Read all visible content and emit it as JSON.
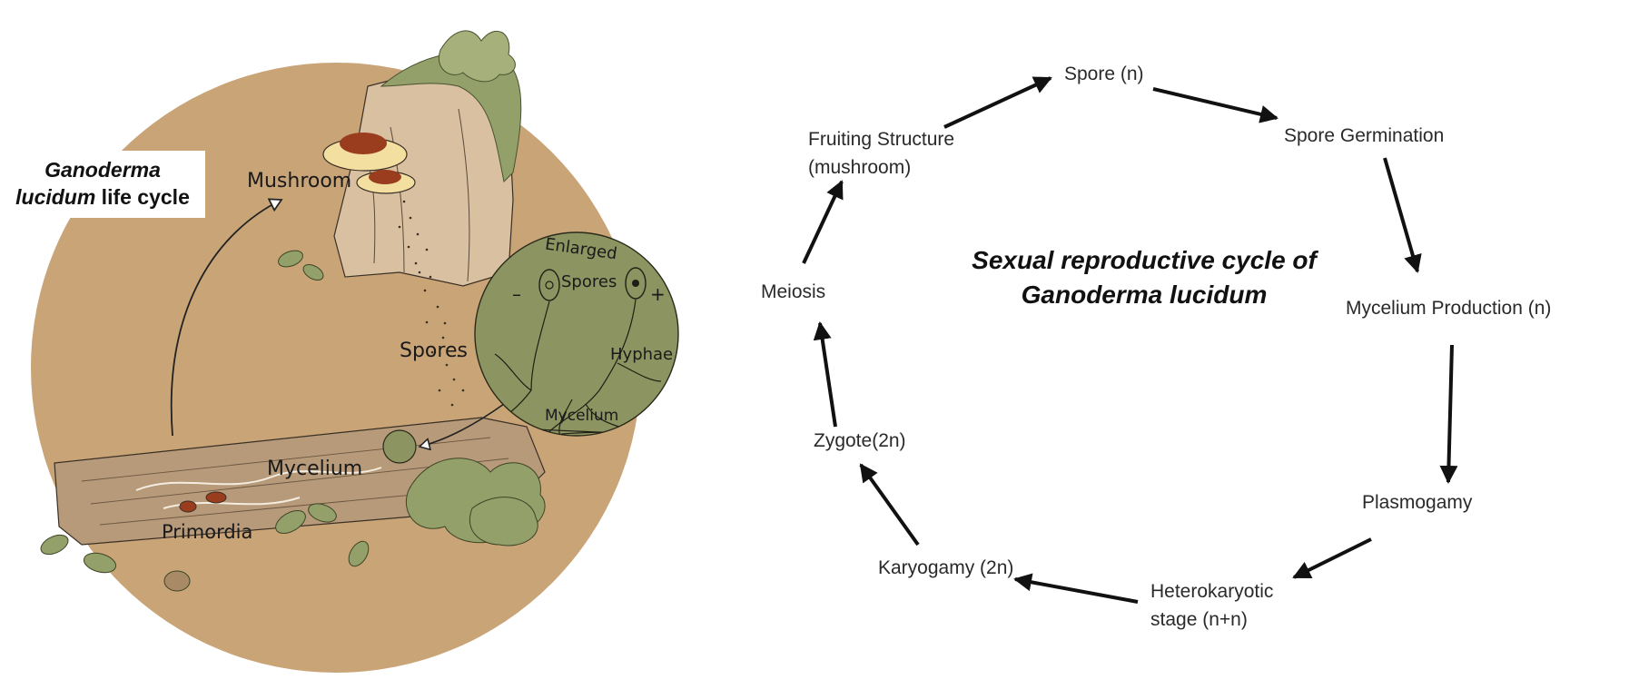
{
  "illustration": {
    "title_part1": "Ganoderma",
    "title_part2": "lucidum",
    "title_part3": " life cycle",
    "labels": {
      "mushroom": "Mushroom",
      "spores": "Spores",
      "mycelium": "Mycelium",
      "primordia": "Primordia",
      "inset_enlarged": "Enlarged",
      "inset_spores": "Spores",
      "inset_hyphae": "Hyphae",
      "inset_mycelium": "Mycelium",
      "inset_minus": "–",
      "inset_plus": "+"
    },
    "colors": {
      "circle": "#c9a477",
      "inset": "#8c9461",
      "mushroom_cap": "#9a3d1f",
      "mushroom_rim": "#f3dfa0",
      "foliage": "#94a06a",
      "wood": "#b69a7a"
    }
  },
  "cycle": {
    "title_line1": "Sexual reproductive cycle of",
    "title_line2": "Ganoderma lucidum",
    "stages": {
      "spore": "Spore (n)",
      "spore_germination": "Spore Germination",
      "mycelium_production": "Mycelium Production (n)",
      "plasmogamy": "Plasmogamy",
      "heterokaryotic_line1": "Heterokaryotic",
      "heterokaryotic_line2": "stage (n+n)",
      "karyogamy": "Karyogamy (2n)",
      "zygote": "Zygote(2n)",
      "meiosis": "Meiosis",
      "fruiting_line1": "Fruiting Structure",
      "fruiting_line2": "(mushroom)"
    },
    "arrow_color": "#111111"
  }
}
